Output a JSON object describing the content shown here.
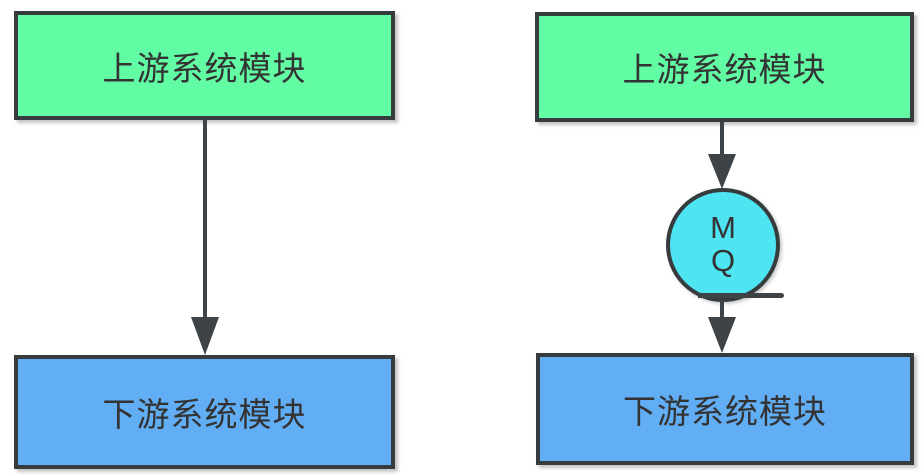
{
  "diagram": {
    "colors": {
      "upstream_fill": "#62fca4",
      "downstream_fill": "#61aef5",
      "mq_fill": "#4ee4f2",
      "border": "#363b3d",
      "arrow": "#3e4347",
      "text": "#333333"
    },
    "left_panel": {
      "upstream_label": "上游系统模块",
      "downstream_label": "下游系统模块"
    },
    "right_panel": {
      "upstream_label": "上游系统模块",
      "mq_label_line1": "M",
      "mq_label_line2": "Q",
      "downstream_label": "下游系统模块"
    }
  }
}
